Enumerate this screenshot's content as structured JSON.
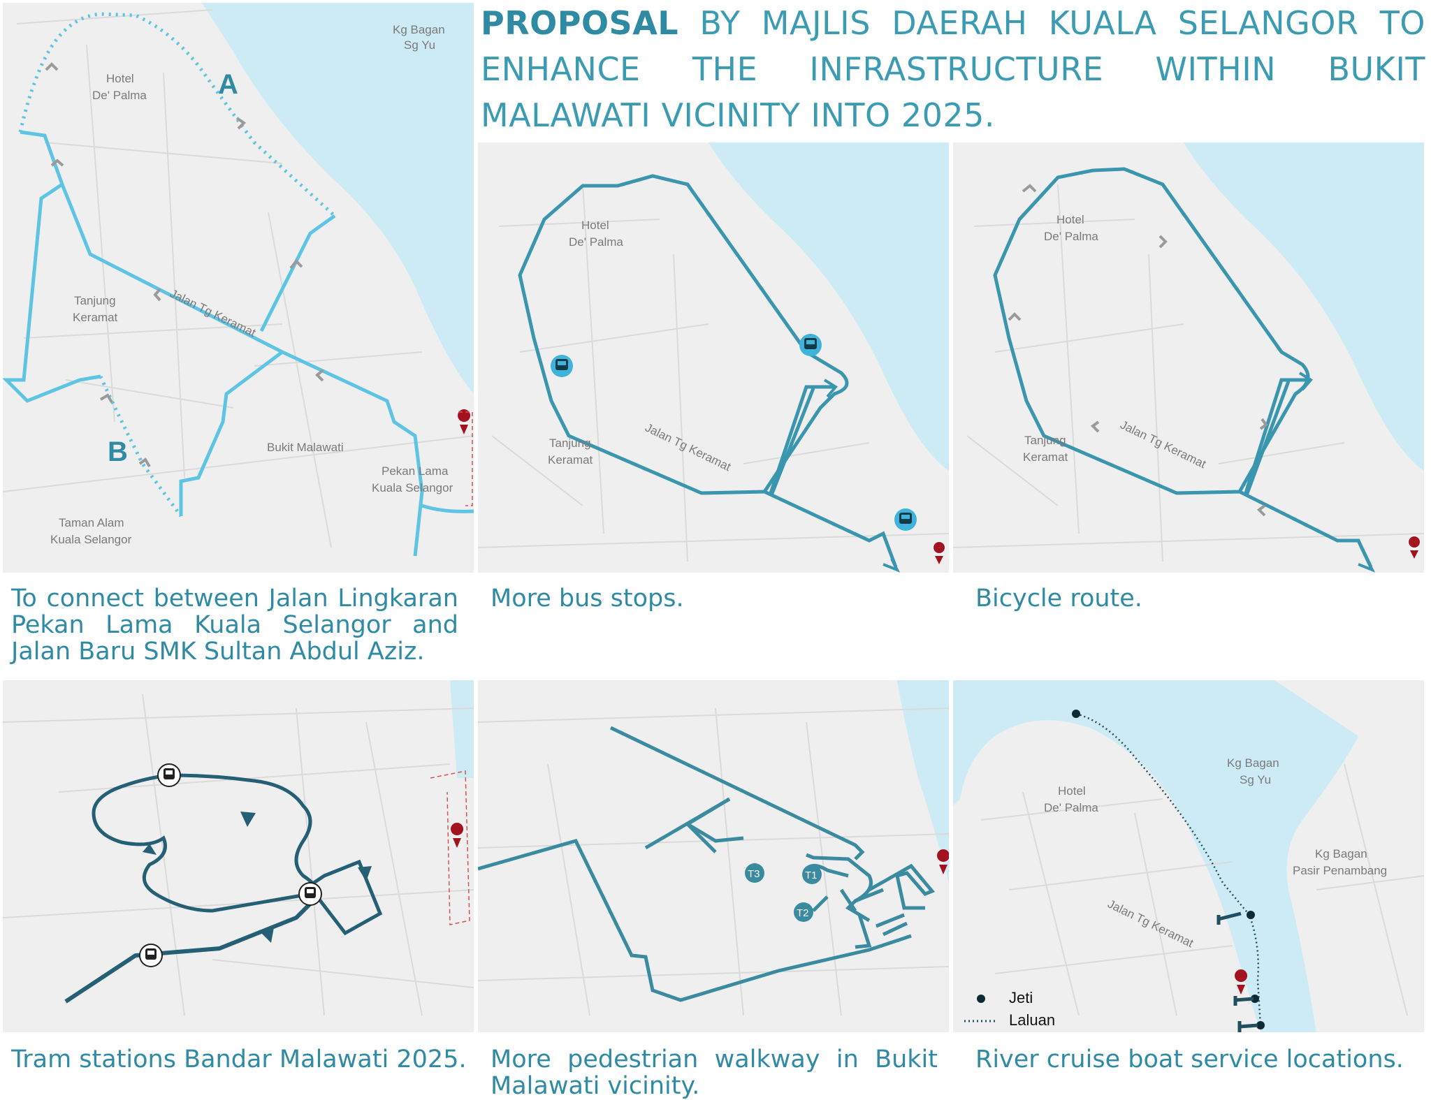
{
  "title": {
    "bold": "PROPOSAL",
    "rest": " BY MAJLIS DAERAH KUALA SELANGOR TO ENHANCE THE INFRASTRUCTURE WITHIN BUKIT MALAWATI VICINITY INTO 2025."
  },
  "colors": {
    "route_light": "#5ec4e3",
    "route_mid": "#3a95ae",
    "route_dark": "#1f5e72",
    "water": "#cdebf4",
    "land": "#efefef",
    "pin": "#a3131f"
  },
  "panels": {
    "connect": {
      "caption": "To connect between Jalan Lingkaran Pekan Lama Kuala Selangor and Jalan Baru SMK Sultan Abdul Aziz.",
      "labels": {
        "kg_bagan_1": "Kg Bagan",
        "kg_bagan_2": "Sg Yu",
        "hotel_1": "Hotel",
        "hotel_2": "De' Palma",
        "tanjung_1": "Tanjung",
        "tanjung_2": "Keramat",
        "jalan": "Jalan Tg Keramat",
        "bukit": "Bukit Malawati",
        "pekan_1": "Pekan Lama",
        "pekan_2": "Kuala Selangor",
        "taman_1": "Taman Alam",
        "taman_2": "Kuala Selangor",
        "route_a": "A",
        "route_b": "B"
      }
    },
    "bus": {
      "caption": "More bus stops.",
      "labels": {
        "hotel_1": "Hotel",
        "hotel_2": "De' Palma",
        "tanjung_1": "Tanjung",
        "tanjung_2": "Keramat",
        "jalan": "Jalan Tg Keramat"
      }
    },
    "bicycle": {
      "caption": "Bicycle route.",
      "labels": {
        "hotel_1": "Hotel",
        "hotel_2": "De' Palma",
        "tanjung_1": "Tanjung",
        "tanjung_2": "Keramat",
        "jalan": "Jalan Tg Keramat"
      }
    },
    "tram": {
      "caption": "Tram stations Bandar Malawati 2025."
    },
    "walkway": {
      "caption": "More pedestrian walkway in Bukit Malawati vicinity.",
      "labels": {
        "t1": "T1",
        "t2": "T2",
        "t3": "T3"
      }
    },
    "cruise": {
      "caption": "River cruise boat service locations.",
      "labels": {
        "kg_bagan_1": "Kg Bagan",
        "kg_bagan_2": "Sg Yu",
        "hotel_1": "Hotel",
        "hotel_2": "De' Palma",
        "kg_pasir_1": "Kg Bagan",
        "kg_pasir_2": "Pasir Penambang",
        "jalan": "Jalan Tg Keramat"
      },
      "legend": {
        "jeti": "Jeti",
        "laluan": "Laluan"
      }
    }
  }
}
